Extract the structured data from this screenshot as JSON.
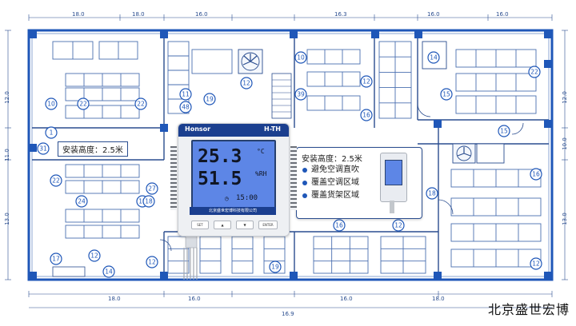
{
  "dimensions": {
    "top": [
      "18.0",
      "18.0",
      "16.0",
      "16.3",
      "16.0",
      "16.0"
    ],
    "bottom": [
      "18.0",
      "16.0",
      "16.0",
      "18.0"
    ],
    "bottom_total": "16.9",
    "left": [
      "12.0",
      "11.0",
      "13.0"
    ],
    "right": [
      "12.0",
      "10.0",
      "13.0"
    ]
  },
  "notes": {
    "left_height": "安装高度：2.5米",
    "center_height": "安装高度：2.5米",
    "center_bullets": [
      "避免空调直吹",
      "覆盖空调区域",
      "覆盖货架区域"
    ]
  },
  "device": {
    "brand": "Honsor",
    "model": "H-TH",
    "temperature": "25.3",
    "temperature_unit": "°C",
    "humidity": "51.5",
    "humidity_unit": "%RH",
    "time": "15:00",
    "company": "北京盛世宏博科技有限公司",
    "buttons": [
      "SET",
      "▲",
      "▼",
      "ENTER"
    ]
  },
  "sensors": [
    {
      "id": "10"
    },
    {
      "id": "22"
    },
    {
      "id": "22"
    },
    {
      "id": "1"
    },
    {
      "id": "31"
    },
    {
      "id": "22"
    },
    {
      "id": "24"
    },
    {
      "id": "27"
    },
    {
      "id": "18"
    },
    {
      "id": "17"
    },
    {
      "id": "12"
    },
    {
      "id": "14"
    },
    {
      "id": "12"
    },
    {
      "id": "11"
    },
    {
      "id": "48"
    },
    {
      "id": "19"
    },
    {
      "id": "12"
    },
    {
      "id": "10"
    },
    {
      "id": "39"
    },
    {
      "id": "12"
    },
    {
      "id": "16"
    },
    {
      "id": "14"
    },
    {
      "id": "22"
    },
    {
      "id": "15"
    },
    {
      "id": "15"
    },
    {
      "id": "16"
    },
    {
      "id": "18"
    },
    {
      "id": "18"
    },
    {
      "id": "16"
    },
    {
      "id": "12"
    },
    {
      "id": "19"
    },
    {
      "id": "12"
    }
  ],
  "brand": "北京盛世宏博",
  "colors": {
    "wall": "#1f57b8",
    "line": "#2a4d8f",
    "rack": "#4a6fb0",
    "sensor": "#1f57b8"
  }
}
